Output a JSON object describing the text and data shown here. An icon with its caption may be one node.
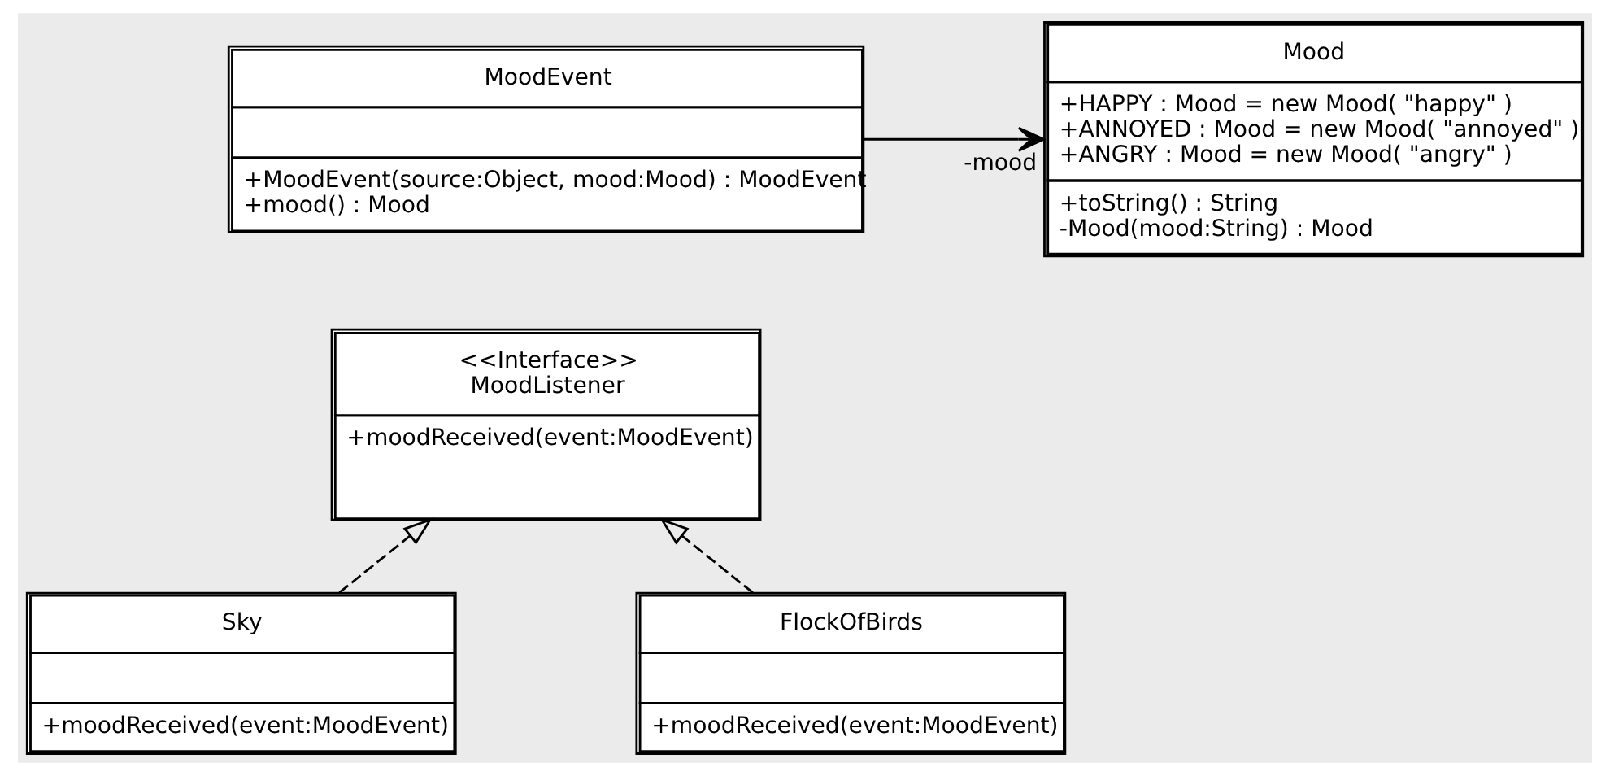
{
  "diagram": {
    "nodes": [
      {
        "text": [
          "MoodEvent",
          "+MoodEvent(source:Object, mood:Mood) : MoodEvent",
          "+mood() : Mood"
        ]
      },
      {
        "text": [
          "Mood",
          "+HAPPY : Mood = new Mood( \"happy\" )",
          "+ANNOYED : Mood = new Mood( \"annoyed\" )",
          "+ANGRY : Mood = new Mood( \"angry\" )",
          "+toString() : String",
          "-Mood(mood:String) : Mood"
        ]
      },
      {
        "text": [
          "<<Interface>>",
          "MoodListener",
          "+moodReceived(event:MoodEvent)"
        ]
      },
      {
        "text": [
          "Sky",
          "+moodReceived(event:MoodEvent)"
        ]
      },
      {
        "text": [
          "FlockOfBirds",
          "+moodReceived(event:MoodEvent)"
        ]
      }
    ],
    "edges": [
      {
        "from": 0,
        "to": 1,
        "arrow": "to",
        "label": "-mood"
      },
      {
        "from": 3,
        "to": 2,
        "arrow": "to",
        "style": "dashed"
      },
      {
        "from": 4,
        "to": 2,
        "arrow": "to",
        "style": "dashed"
      }
    ]
  }
}
